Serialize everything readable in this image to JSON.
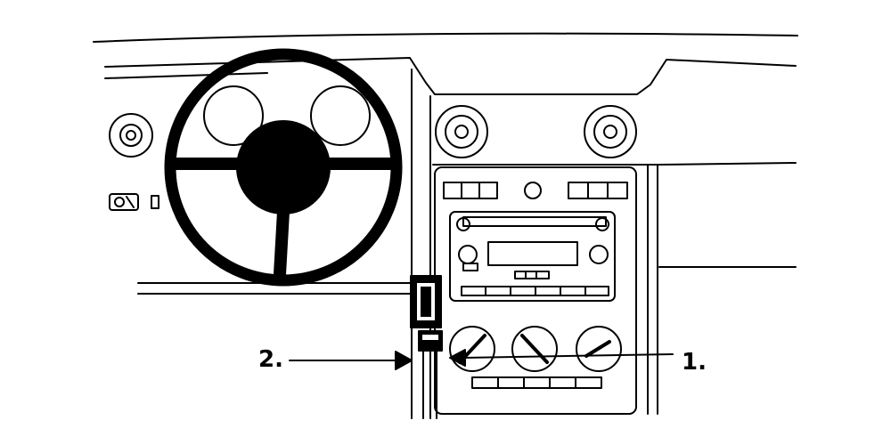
{
  "callouts": [
    {
      "id": "1",
      "label": "1."
    },
    {
      "id": "2",
      "label": "2."
    }
  ],
  "colors": {
    "ink": "#000000",
    "paper": "#ffffff"
  }
}
